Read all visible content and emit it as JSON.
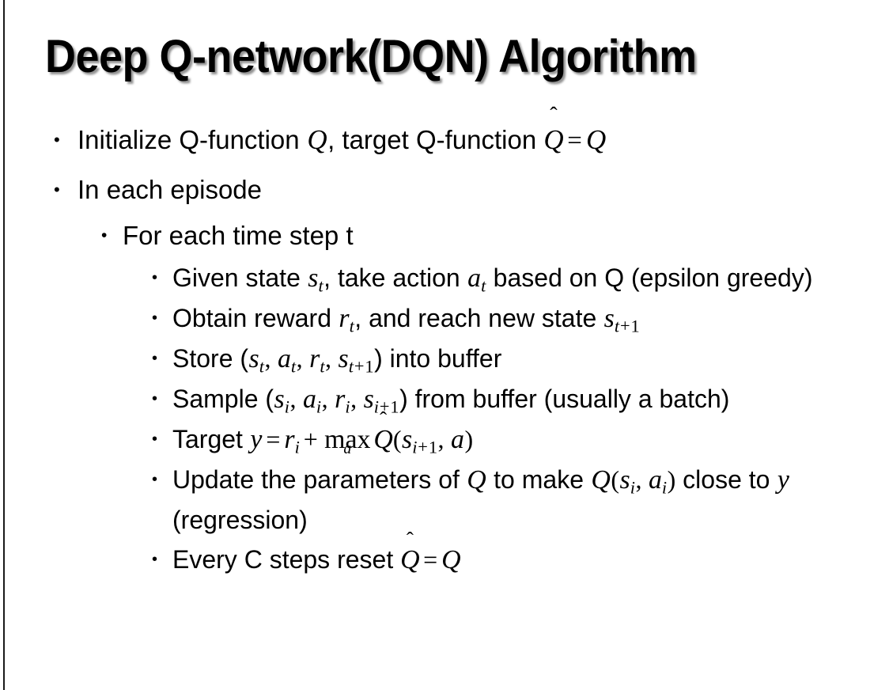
{
  "slide": {
    "title": "Deep Q-network(DQN) Algorithm",
    "background_color": "#ffffff",
    "text_color": "#000000",
    "accent_rule_color": "#1a1a1a",
    "bullet_glyph": "•"
  },
  "bullets": {
    "initialize": {
      "level": 1,
      "pre": "Initialize Q-function ",
      "var_q1": "Q",
      "mid": ", target Q-function ",
      "hat_q": "Q",
      "hat": "̂",
      "eq": "=",
      "var_q2": "Q"
    },
    "in_each_episode": {
      "level": 1,
      "text": "In each episode"
    },
    "for_each_time_step": {
      "level": 2,
      "text": "For each time step t"
    },
    "given_state": {
      "level": 3,
      "pre": "Given state ",
      "s": "s",
      "s_sub": "t",
      "mid": ", take action ",
      "a": "a",
      "a_sub": "t",
      "post": " based on Q (epsilon greedy)"
    },
    "obtain_reward": {
      "level": 3,
      "pre": "Obtain reward ",
      "r": "r",
      "r_sub": "t",
      "mid": ", and reach new state ",
      "s": "s",
      "s_sub_var": "t",
      "s_sub_op": "+",
      "s_sub_num": "1"
    },
    "store": {
      "level": 3,
      "pre": "Store (",
      "s1": "s",
      "s1_sub": "t",
      "sep1": ", ",
      "a1": "a",
      "a1_sub": "t",
      "sep2": ", ",
      "r1": "r",
      "r1_sub": "t",
      "sep3": ", ",
      "s2": "s",
      "s2_sub_var": "t",
      "s2_sub_op": "+",
      "s2_sub_num": "1",
      "post": ") into buffer"
    },
    "sample": {
      "level": 3,
      "pre": "Sample (",
      "s1": "s",
      "s1_sub": "i",
      "sep1": ", ",
      "a1": "a",
      "a1_sub": "i",
      "sep2": ", ",
      "r1": "r",
      "r1_sub": "i",
      "sep3": ", ",
      "s2": "s",
      "s2_sub_var": "i",
      "s2_sub_op": "+",
      "s2_sub_num": "1",
      "post": ") from buffer (usually a batch)"
    },
    "target": {
      "level": 3,
      "pre": "Target ",
      "y": "y",
      "eq": "=",
      "r": "r",
      "r_sub": "i",
      "plus": "+",
      "max_op": "max",
      "max_under": "a",
      "hat_q": "Q",
      "hat": "̂",
      "open": "(",
      "s": "s",
      "s_sub_var": "i",
      "s_sub_op": "+",
      "s_sub_num": "1",
      "comma": ", ",
      "a": "a",
      "close": ")"
    },
    "update": {
      "level": 3,
      "pre": "Update the parameters of ",
      "q1": "Q",
      "mid": " to make ",
      "q2": "Q",
      "open": "(",
      "s": "s",
      "s_sub": "i",
      "comma": ", ",
      "a": "a",
      "a_sub": "i",
      "close": ")",
      "post": " close to ",
      "y": "y",
      "tail": " (regression)"
    },
    "reset": {
      "level": 3,
      "pre": "Every C steps reset ",
      "hat_q": "Q",
      "hat": "̂",
      "eq": "=",
      "q": "Q"
    }
  }
}
